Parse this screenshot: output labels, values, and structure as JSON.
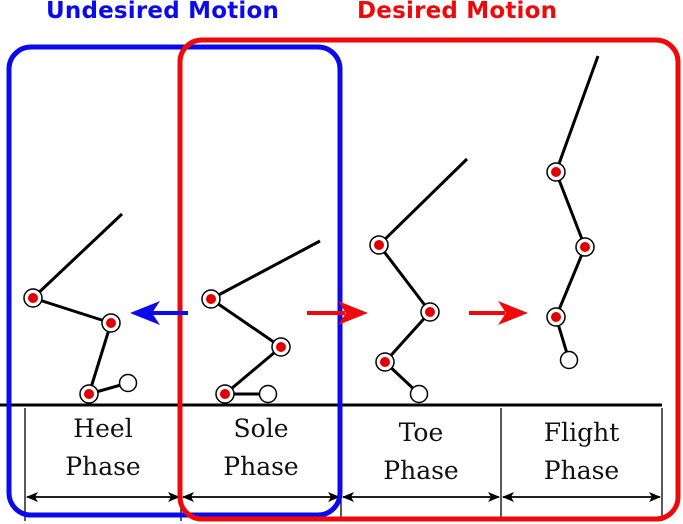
{
  "labels": {
    "undesired": "Undesired Motion",
    "desired": "Desired Motion"
  },
  "phases": [
    {
      "line1": "Heel",
      "line2": "Phase"
    },
    {
      "line1": "Sole",
      "line2": "Phase"
    },
    {
      "line1": "Toe",
      "line2": "Phase"
    },
    {
      "line1": "Flight",
      "line2": "Phase"
    }
  ],
  "colors": {
    "undesired": "#0a0aeb",
    "desired": "#ee0a0a",
    "joint": "#e00000",
    "line": "#000000"
  }
}
